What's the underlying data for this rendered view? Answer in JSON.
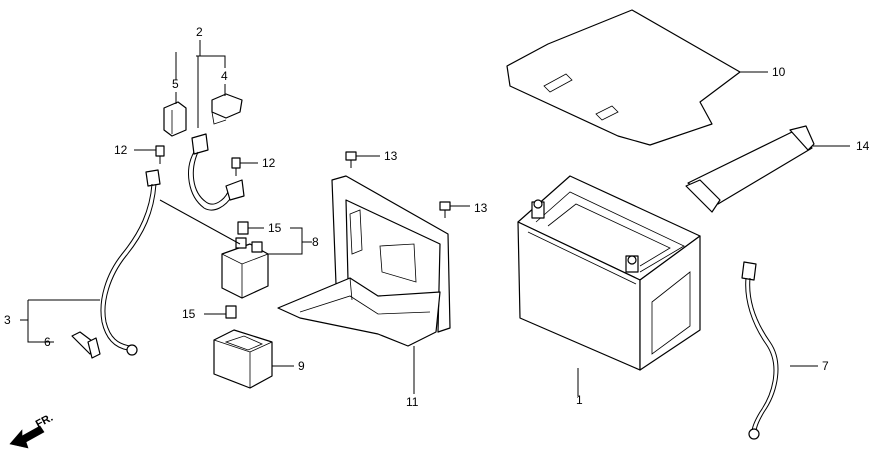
{
  "callouts": {
    "c1": "1",
    "c2": "2",
    "c3": "3",
    "c4": "4",
    "c5": "5",
    "c6": "6",
    "c7": "7",
    "c8": "8",
    "c9": "9",
    "c10": "10",
    "c11": "11",
    "c12a": "12",
    "c12b": "12",
    "c13a": "13",
    "c13b": "13",
    "c14": "14",
    "c15a": "15",
    "c15b": "15"
  },
  "front_marker": "FR."
}
